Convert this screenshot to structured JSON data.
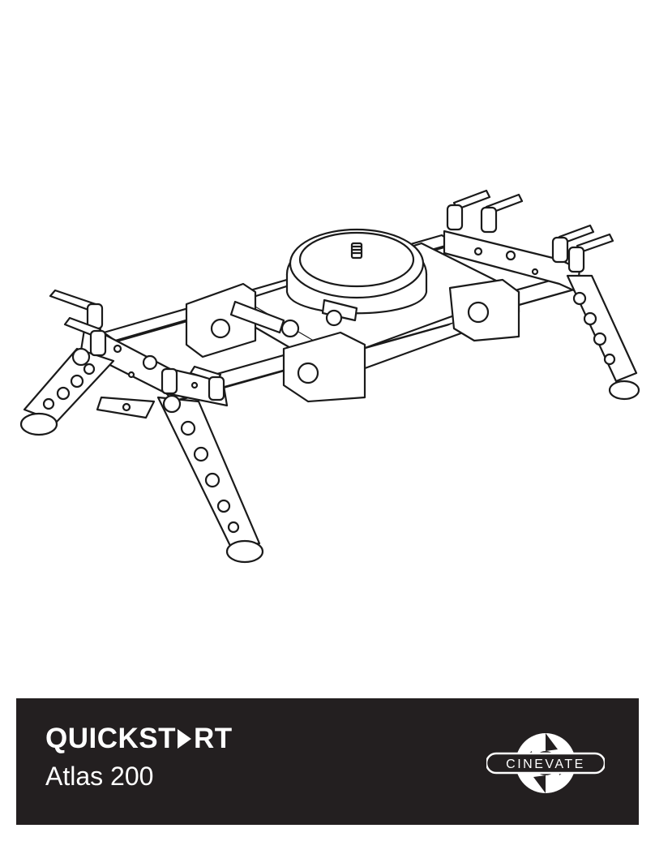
{
  "cover": {
    "title_part1": "QUICKST",
    "title_part2": "RT",
    "subtitle": "Atlas 200"
  },
  "brand": {
    "name": "CINEVATE"
  },
  "colors": {
    "band": "#231f20",
    "text": "#ffffff",
    "line_art": "#1a1a1a"
  },
  "icons": {
    "title_arrow": "play-triangle-icon",
    "brand_mark": "aperture-icon"
  }
}
